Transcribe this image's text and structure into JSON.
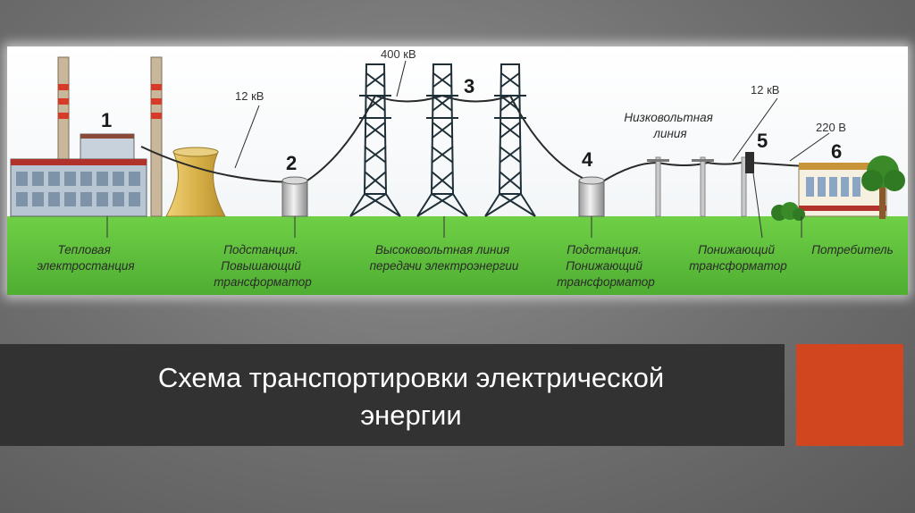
{
  "diagram": {
    "numbers": [
      "1",
      "2",
      "3",
      "4",
      "5",
      "6"
    ],
    "voltages": {
      "line_12kv_left": "12 кВ",
      "line_400kv": "400 кВ",
      "line_12kv_right": "12 кВ",
      "line_220v": "220 В"
    },
    "low_voltage_line": [
      "Низковольтная",
      "линия"
    ],
    "captions": {
      "power_plant": [
        "Тепловая",
        "электростанция"
      ],
      "substation_step_up": [
        "Подстанция.",
        "Повышающий",
        "трансформатор"
      ],
      "hv_line": [
        "Высоковольтная линия",
        "передачи электроэнергии"
      ],
      "substation_step_down": [
        "Подстанция.",
        "Понижающий",
        "трансформатор"
      ],
      "step_down_transformer": [
        "Понижающий",
        "трансформатор"
      ],
      "consumer": [
        "Потребитель"
      ]
    }
  },
  "slide": {
    "title_line1": "Схема транспортировки электрической",
    "title_line2": "энергии"
  },
  "colors": {
    "ground": "#5cc43a",
    "sky": "#ffffff",
    "title_band": "#323232",
    "accent": "#d2461f"
  }
}
